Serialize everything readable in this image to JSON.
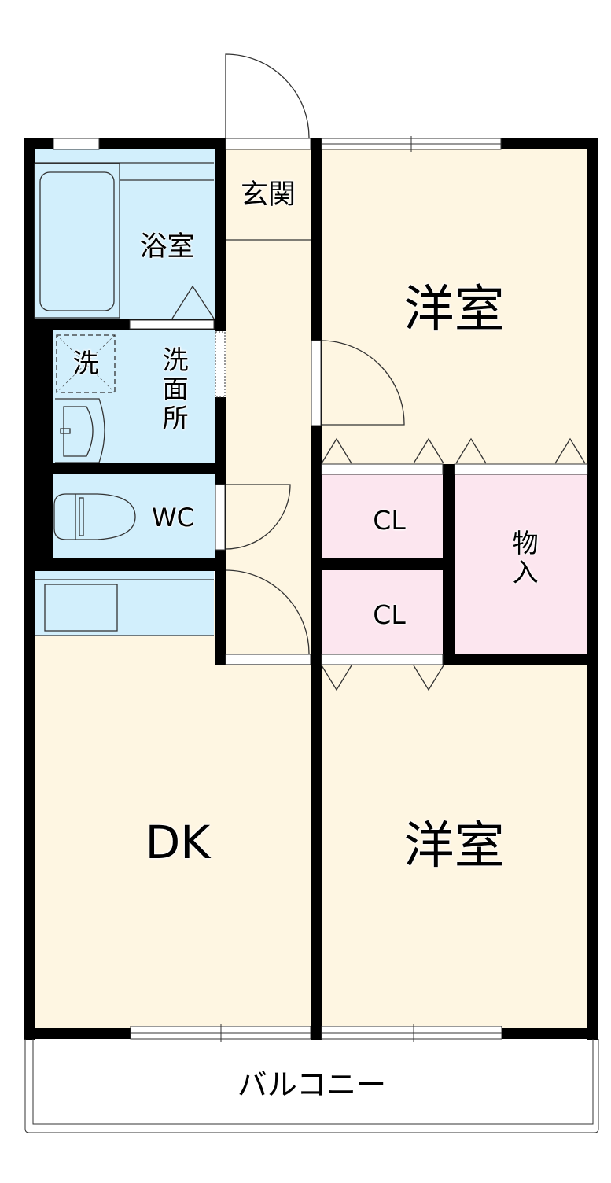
{
  "floor_plan": {
    "colors": {
      "wall": "#000000",
      "living_floor": "#fef6e2",
      "wet_area": "#d2effc",
      "closet": "#fce6ef",
      "outline": "#333333",
      "background": "#ffffff"
    },
    "rooms": {
      "entrance": {
        "label": "玄関"
      },
      "bathroom": {
        "label": "浴室"
      },
      "washroom": {
        "label": "洗面所"
      },
      "washer": {
        "label": "洗"
      },
      "toilet": {
        "label": "WC"
      },
      "western_room_north": {
        "label": "洋室"
      },
      "closet_upper": {
        "label": "CL"
      },
      "closet_lower": {
        "label": "CL"
      },
      "storage": {
        "label": "物入"
      },
      "dining_kitchen": {
        "label": "DK"
      },
      "western_room_south": {
        "label": "洋室"
      },
      "balcony": {
        "label": "バルコニー"
      }
    }
  }
}
